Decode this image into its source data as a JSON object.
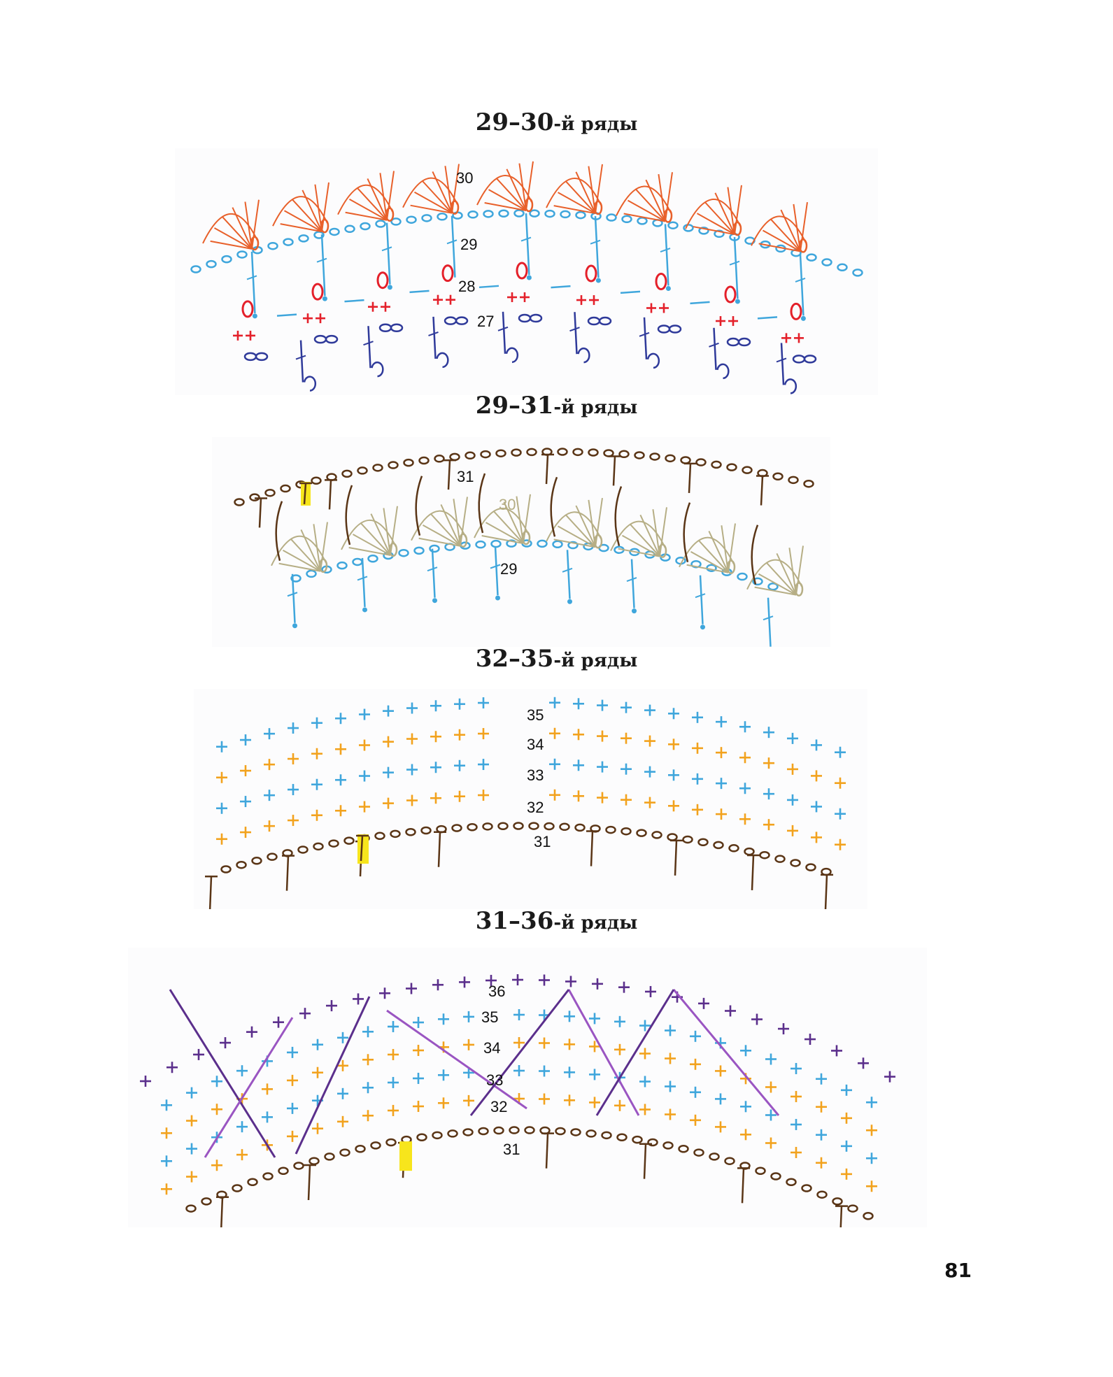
{
  "sections": [
    {
      "range": "29–30",
      "suffix": "-й ряды",
      "row_labels": [
        "30",
        "29",
        "28",
        "27"
      ]
    },
    {
      "range": "29–31",
      "suffix": "-й ряды",
      "row_labels": [
        "31",
        "30",
        "29"
      ]
    },
    {
      "range": "32–35",
      "suffix": "-й ряды",
      "row_labels": [
        "35",
        "34",
        "33",
        "32",
        "31"
      ]
    },
    {
      "range": "31–36",
      "suffix": "-й ряды",
      "row_labels": [
        "36",
        "35",
        "34",
        "33",
        "32",
        "31"
      ]
    }
  ],
  "page_number": "81",
  "colors": {
    "orange": "#e8602a",
    "light_blue": "#3fa6dc",
    "red": "#e4202a",
    "navy": "#2f3a9a",
    "brown": "#5a3516",
    "khaki": "#b6ae85",
    "amber": "#f2a21d",
    "purple": "#5b2f8c",
    "violet": "#9a55c2",
    "highlight": "#f7e51c"
  }
}
